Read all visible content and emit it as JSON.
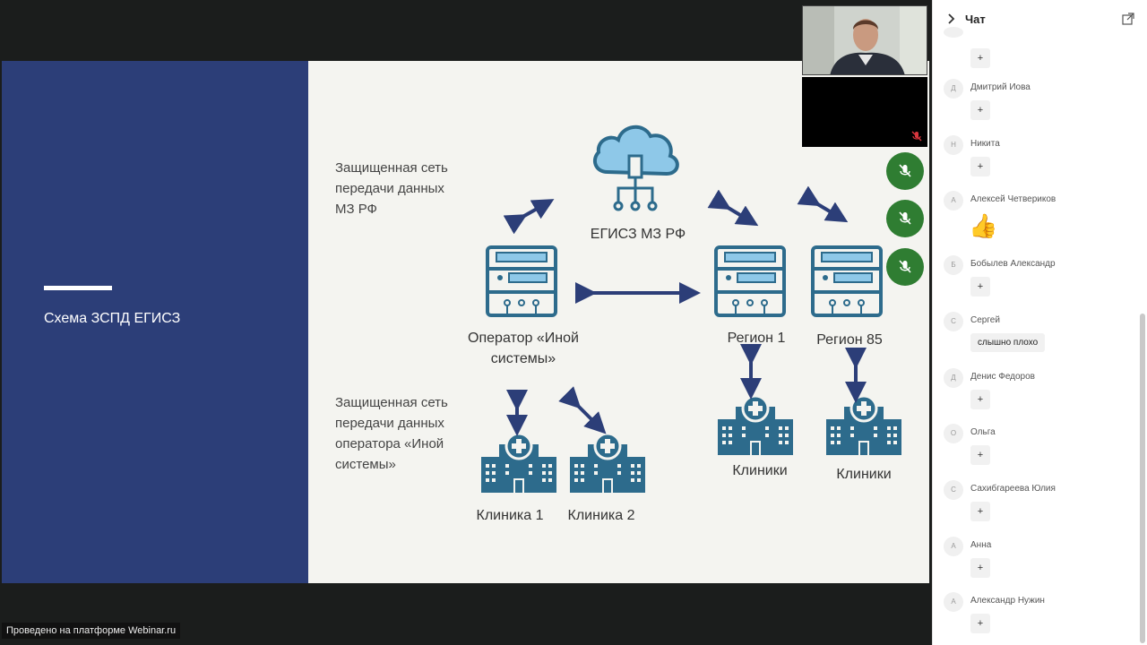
{
  "slide": {
    "title": "Схема ЗСПД ЕГИСЗ",
    "net1_lines": [
      "Защищенная сеть",
      "передачи данных",
      "МЗ РФ"
    ],
    "net2_lines": [
      "Защищенная сеть",
      "передачи данных",
      "оператора «Иной",
      "системы»"
    ],
    "cloud_label": "ЕГИСЗ МЗ РФ",
    "operator_lines": [
      "Оператор «Иной",
      "системы»"
    ],
    "region1_label": "Регион 1",
    "region85_label": "Регион 85",
    "clinic1_label": "Клиника 1",
    "clinic2_label": "Клиника 2",
    "clinics_a_label": "Клиники",
    "clinics_b_label": "Клиники",
    "colors": {
      "left_panel": "#2c3e78",
      "icon_teal": "#2d6b8c",
      "icon_light": "#8ec8e8",
      "arrow": "#2c3e78"
    }
  },
  "footer": {
    "text": "Проведено на платформе Webinar.ru"
  },
  "chat": {
    "title": "Чат",
    "expand_icon": "chevron-right-icon",
    "popout_icon": "external-link-icon",
    "messages": [
      {
        "initial": "Д",
        "name": "Дмитрий Иова",
        "content": "+"
      },
      {
        "initial": "Н",
        "name": "Никита",
        "content": "+"
      },
      {
        "initial": "А",
        "name": "Алексей Четвериков",
        "content": "👍"
      },
      {
        "initial": "Б",
        "name": "Бобылев Александр",
        "content": "+"
      },
      {
        "initial": "С",
        "name": "Сергей",
        "content": "слышно плохо"
      },
      {
        "initial": "Д",
        "name": "Денис Федоров",
        "content": "+"
      },
      {
        "initial": "О",
        "name": "Ольга",
        "content": "+"
      },
      {
        "initial": "С",
        "name": "Сахибгареева Юлия",
        "content": "+"
      },
      {
        "initial": "А",
        "name": "Анна",
        "content": "+"
      },
      {
        "initial": "А",
        "name": "Александр Нужин",
        "content": "+"
      }
    ],
    "top_partial_content": "+"
  },
  "participants": {
    "muted_icon": "mic-off-icon",
    "mic_colors": "#2f7d32"
  }
}
